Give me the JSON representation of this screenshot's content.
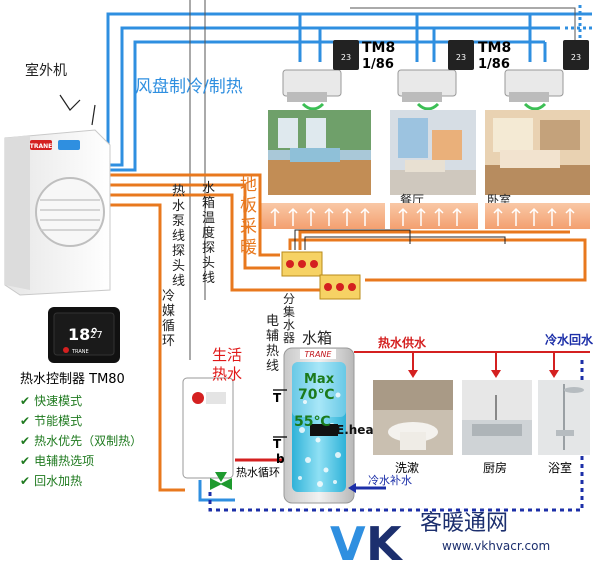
{
  "outdoor_unit": {
    "label": "室外机",
    "brand": "TRANE"
  },
  "fan_coil": {
    "label": "风盘制冷/制热"
  },
  "thermostats": [
    {
      "model": "TM8",
      "sub": "1/86",
      "display": "23"
    },
    {
      "model": "TM8",
      "sub": "1/86",
      "display": "23"
    },
    {
      "display": "23"
    }
  ],
  "rooms": {
    "dining": "餐厅",
    "bedroom": "卧室"
  },
  "floor_heating": "地板采暖",
  "manifold": "分集水器",
  "probes": {
    "pump_probe": "热水泵线探头线",
    "tank_probe": "水箱温度探头线",
    "refrigerant": "冷媒循环",
    "electric_heat_wire": "电辅热线"
  },
  "water_tank": {
    "title": "水箱",
    "brand": "TRANE",
    "max_label": "Max",
    "max_temp": "70℃",
    "mid_temp": "55℃",
    "eheat": "E.heat",
    "sensor_t": "T",
    "sensor_b": "b"
  },
  "domestic_hot_water": "生活热水",
  "hot_water_supply": "热水供水",
  "cold_water_return": "冷水回水",
  "hot_water_circulation": "热水循环",
  "cold_water_refill": "冷水补水",
  "fixtures": {
    "wash": "洗漱",
    "kitchen": "厨房",
    "bath": "浴室"
  },
  "controller": {
    "title": "热水控制器 TM80",
    "display": "18°",
    "display_sub": "27",
    "brand": "TRANE",
    "features": [
      "快速模式",
      "节能模式",
      "热水优先（双制热）",
      "电辅热选项",
      "回水加热"
    ]
  },
  "watermark": {
    "logo_v": "V",
    "logo_k": "K",
    "name": "客暖通网",
    "url": "www.vkhvacr.com"
  },
  "colors": {
    "blue_pipe": "#2f8fe0",
    "orange_pipe": "#e8781e",
    "red_pipe": "#d42020",
    "navy_dashed": "#1c2fa8",
    "green_text": "#1f7a1f",
    "title_red": "#e01818"
  }
}
